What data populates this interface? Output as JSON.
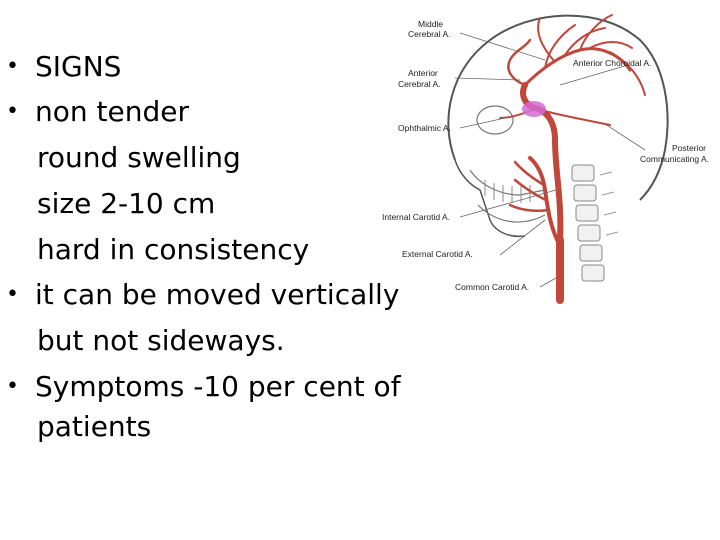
{
  "slide": {
    "lines": [
      {
        "bullet": true,
        "text": "SIGNS"
      },
      {
        "bullet": true,
        "text": "non tender"
      },
      {
        "bullet": false,
        "text": "round swelling"
      },
      {
        "bullet": false,
        "text": "size 2-10 cm"
      },
      {
        "bullet": false,
        "text": "hard in consistency"
      },
      {
        "bullet": true,
        "text": "it can  be moved vertically"
      },
      {
        "bullet": false,
        "text": "but not sideways."
      },
      {
        "bullet": true,
        "text": "Symptoms -10 per cent of"
      },
      {
        "bullet": false,
        "text": "patients"
      }
    ],
    "bullet_char": "•"
  },
  "figure": {
    "labels": {
      "middle_cerebral_1": "Middle",
      "middle_cerebral_2": "Cerebral A.",
      "anterior_cerebral_1": "Anterior",
      "anterior_cerebral_2": "Cerebral A.",
      "anterior_choroidal": "Anterior Choroidal A.",
      "ophthalmic": "Ophthalmic A.",
      "posterior_communicating_1": "Posterior",
      "posterior_communicating_2": "Communicating A.",
      "internal_carotid": "Internal Carotid A.",
      "external_carotid": "External Carotid A.",
      "common_carotid": "Common Carotid A."
    },
    "colors": {
      "artery": "#c0473a",
      "artery_dark": "#8e2b22",
      "sinus": "#d36bd6",
      "outline": "#555555"
    }
  }
}
